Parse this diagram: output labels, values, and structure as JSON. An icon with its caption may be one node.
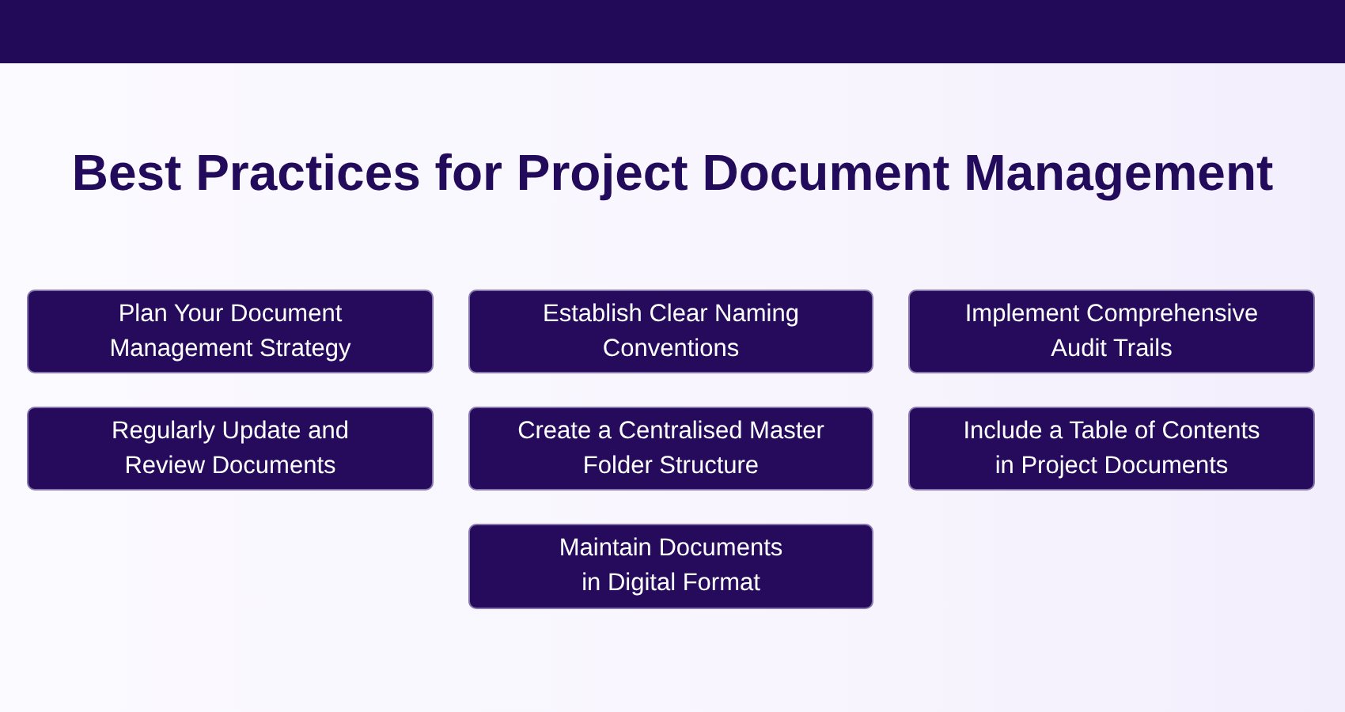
{
  "diagram": {
    "title": "Best Practices for Project Document Management",
    "nodes": [
      {
        "text": [
          "Plan Your Document Management Strategy"
        ]
      },
      {
        "text": [
          "Establish Clear Naming Conventions"
        ]
      },
      {
        "text": [
          "Implement Comprehensive Audit Trails"
        ]
      },
      {
        "text": [
          "Regularly Update and Review Documents"
        ]
      },
      {
        "text": [
          "Create a Centralised Master Folder Structure"
        ]
      },
      {
        "text": [
          "Include a Table of Contents in Project Documents"
        ]
      },
      {
        "text": [
          "Maintain Documents in Digital Format"
        ]
      }
    ]
  }
}
